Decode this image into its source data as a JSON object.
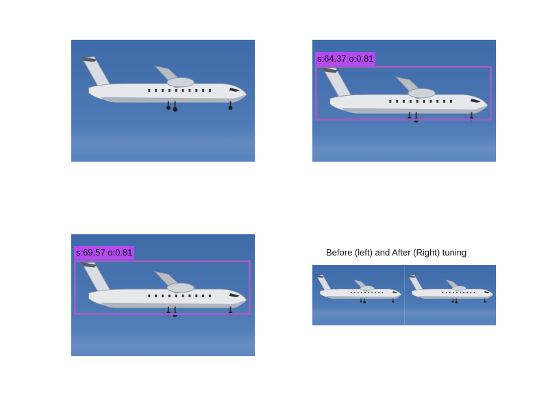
{
  "panels": [
    {
      "id": "original"
    },
    {
      "id": "detection-1",
      "label": "s:64.37 o:0.81"
    },
    {
      "id": "detection-2",
      "label": "s:69.57 o:0.81"
    },
    {
      "id": "comparison",
      "title": "Before (left) and After (Right) tuning"
    }
  ],
  "colors": {
    "sky": "#4a76b3",
    "box": "#9b5fc0",
    "label_bg": "#b44af0",
    "aircraft": "#e6e8ec"
  },
  "icons": [
    "airplane-photo"
  ]
}
